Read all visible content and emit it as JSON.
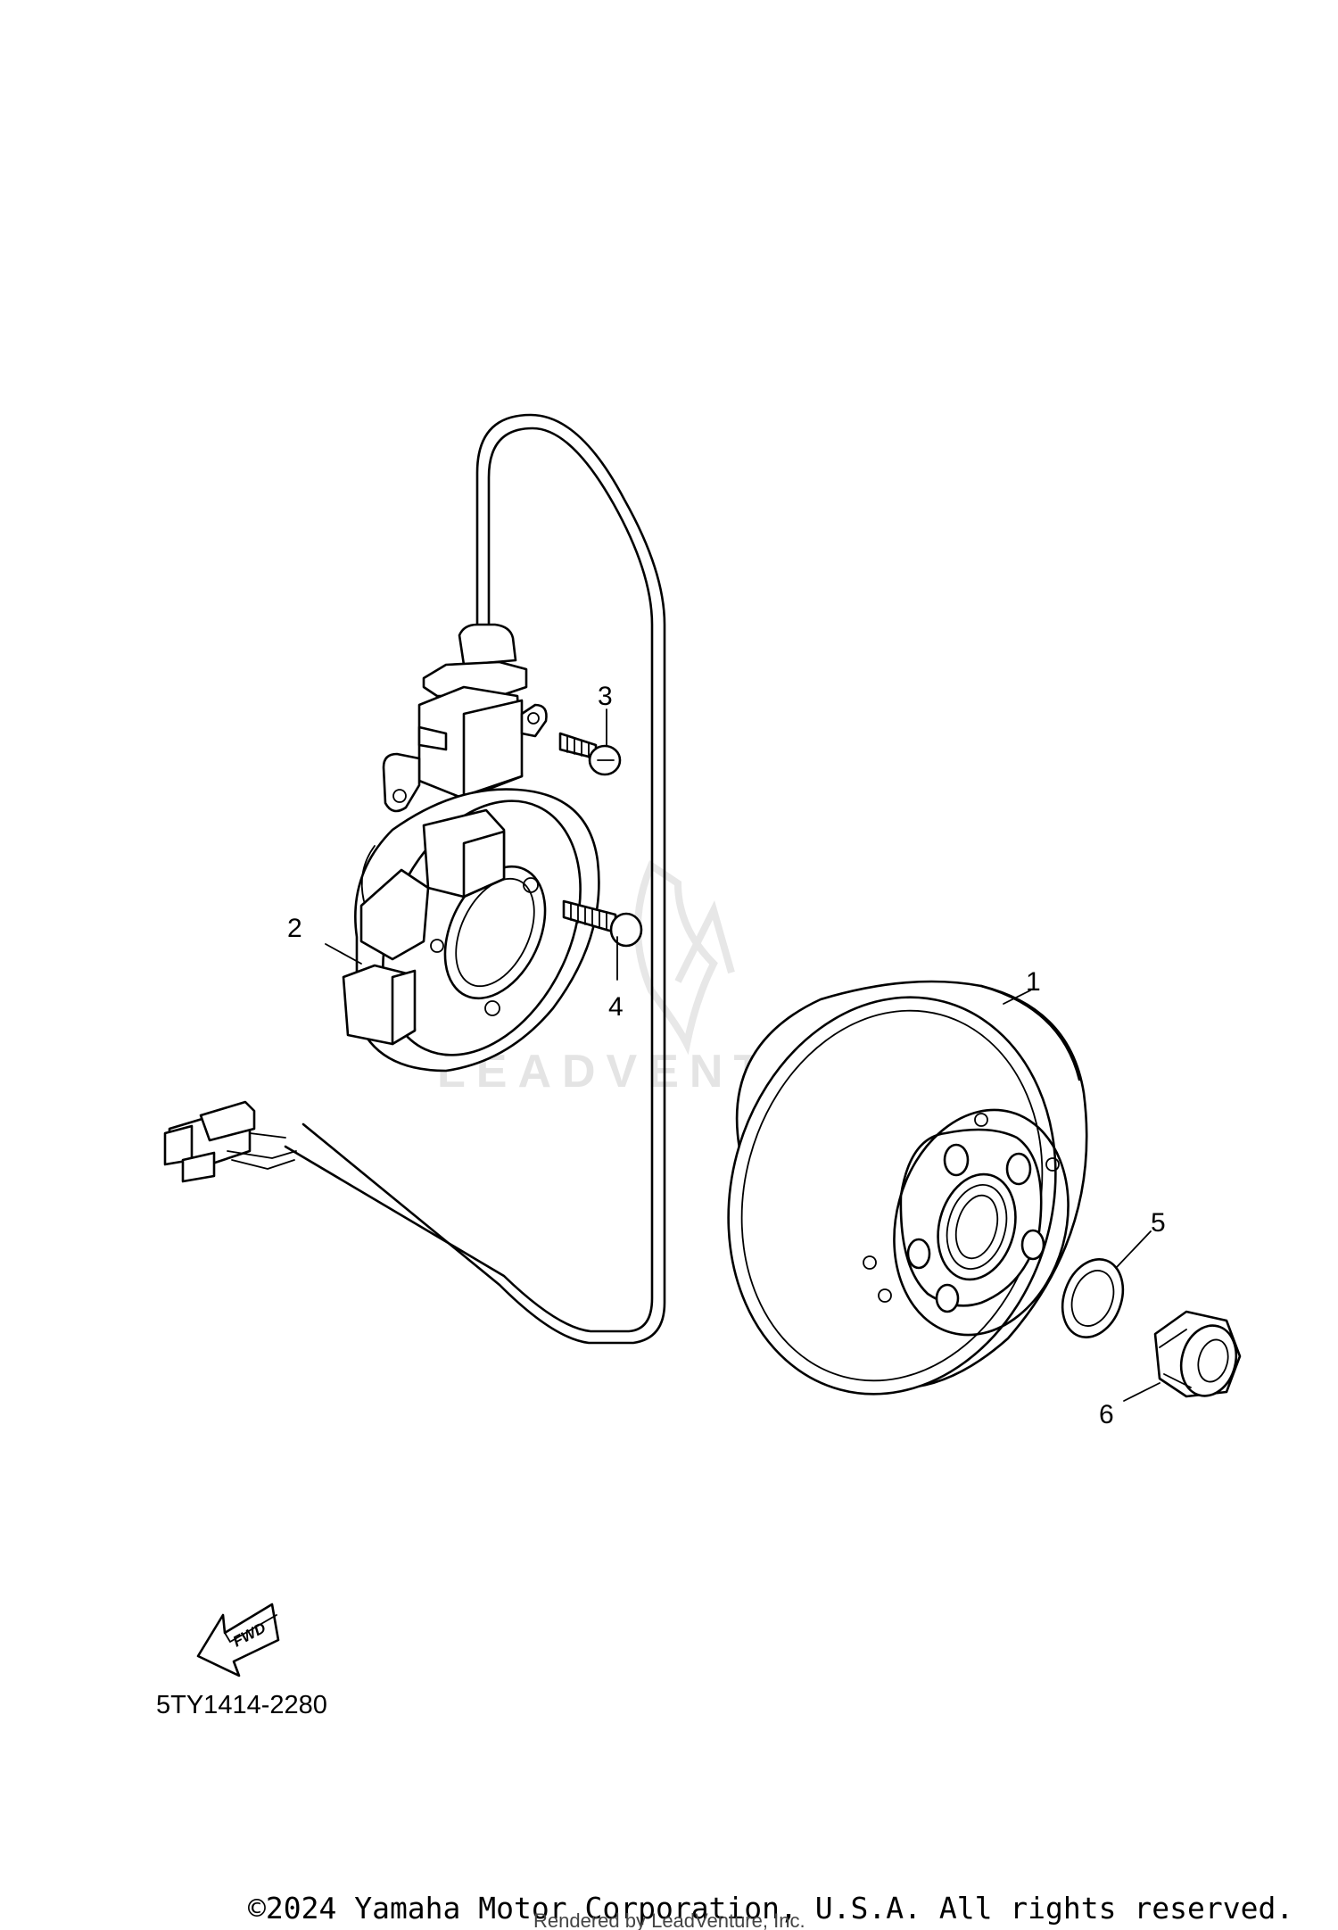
{
  "diagram": {
    "callouts": [
      {
        "id": "1",
        "label": "1"
      },
      {
        "id": "2",
        "label": "2"
      },
      {
        "id": "3",
        "label": "3"
      },
      {
        "id": "4",
        "label": "4"
      },
      {
        "id": "5",
        "label": "5"
      },
      {
        "id": "6",
        "label": "6"
      }
    ],
    "fwd_label": "FWD",
    "diagram_code": "5TY1414-2280",
    "watermark": "LEADVENTURE"
  },
  "footer": {
    "copyright": "©2024 Yamaha Motor Corporation, U.S.A. All rights reserved.",
    "rendered_by": "Rendered by LeadVenture, Inc."
  }
}
